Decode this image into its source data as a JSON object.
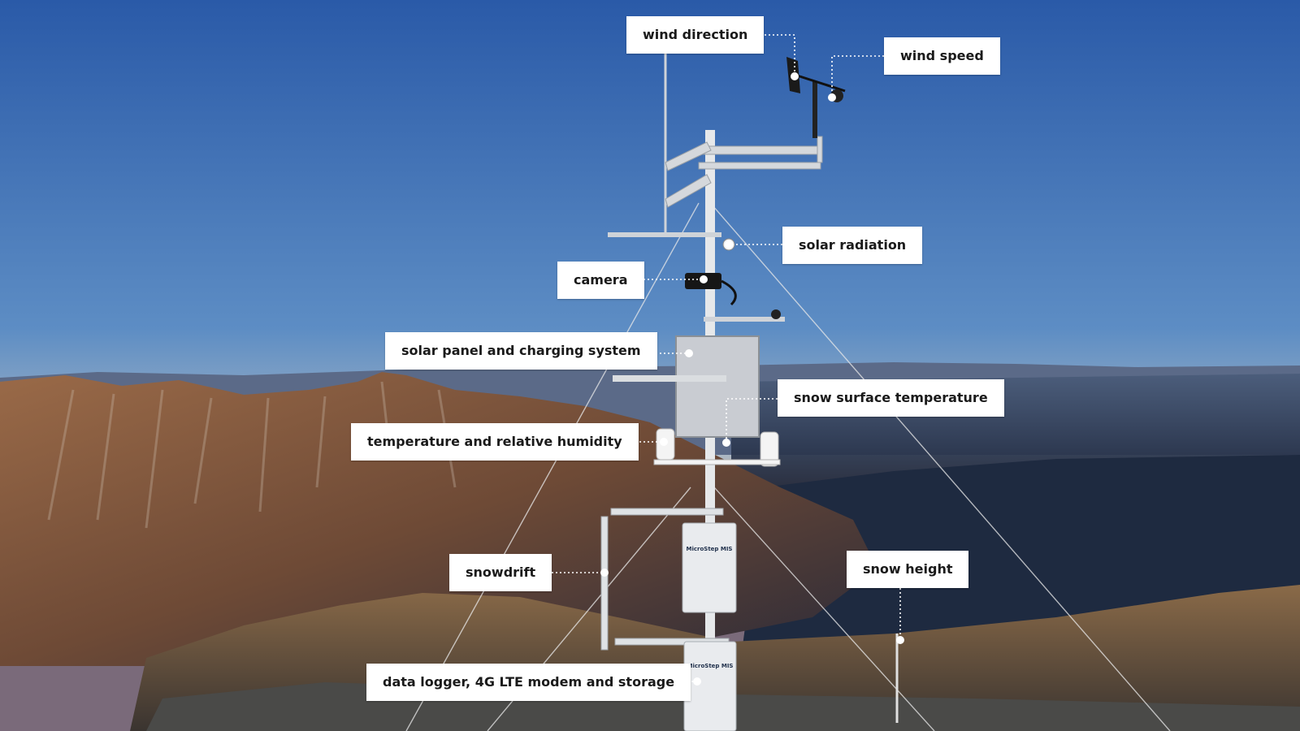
{
  "colors": {
    "sky_top": "#2a5aa8",
    "sky_mid": "#5d8dc4",
    "horizon_orange": "#e8743a",
    "mountain_brown": "#8a5a3c",
    "valley_dark": "#1c2940",
    "label_bg": "#ffffff",
    "label_text": "#1a1a1a",
    "leader_line": "#ffffff"
  },
  "labels": {
    "wind_direction": "wind direction",
    "wind_speed": "wind speed",
    "solar_radiation": "solar radiation",
    "camera": "camera",
    "solar_panel": "solar panel and charging system",
    "snow_surface_temperature": "snow surface temperature",
    "temperature_humidity": "temperature and relative humidity",
    "snowdrift": "snowdrift",
    "snow_height": "snow height",
    "data_logger": "data logger, 4G LTE modem and storage"
  },
  "enclosure_text": {
    "brand_top": "MicroStep MIS",
    "brand_bottom": "MicroStep MIS"
  }
}
